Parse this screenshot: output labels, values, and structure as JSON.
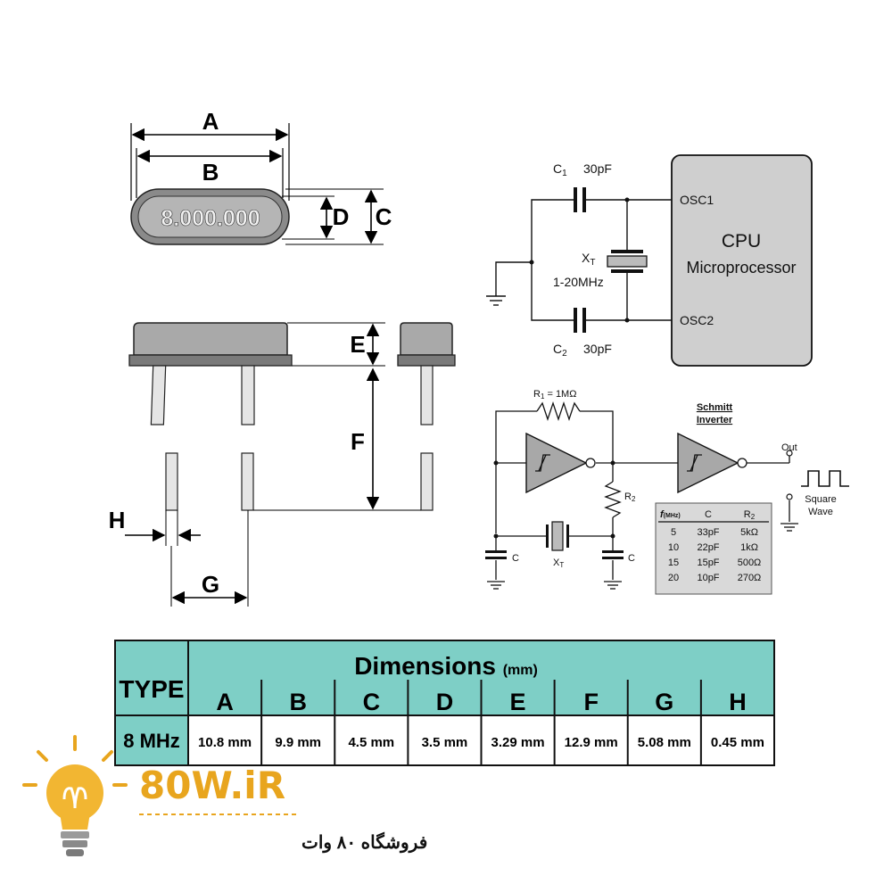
{
  "package_top": {
    "dim_a": "A",
    "dim_b": "B",
    "dim_c": "C",
    "dim_d": "D",
    "marking": "8.000.000"
  },
  "package_side": {
    "dim_e": "E",
    "dim_f": "F",
    "dim_g": "G",
    "dim_h": "H"
  },
  "cpu_circuit": {
    "c1_label": "C",
    "c1_sub": "1",
    "c1_value": "30pF",
    "c2_label": "C",
    "c2_sub": "2",
    "c2_value": "30pF",
    "xtal_label": "X",
    "xtal_sub": "T",
    "xtal_range": "1-20MHz",
    "osc1": "OSC1",
    "osc2": "OSC2",
    "cpu_title": "CPU",
    "cpu_subtitle": "Microprocessor"
  },
  "schmitt_circuit": {
    "r1_label": "R",
    "r1_sub": "1",
    "r1_value": " = 1MΩ",
    "r2_label": "R",
    "r2_sub": "2",
    "schmitt_line1": "Schmitt",
    "schmitt_line2": "Inverter",
    "out_label": "Out",
    "square_line1": "Square",
    "square_line2": "Wave",
    "cap_left": "C",
    "cap_right": "C",
    "xtal_label": "X",
    "xtal_sub": "T",
    "values_table": {
      "headers": [
        "f",
        "(MHz)",
        "C",
        "R",
        "2"
      ],
      "rows": [
        [
          "5",
          "33pF",
          "5kΩ"
        ],
        [
          "10",
          "22pF",
          "1kΩ"
        ],
        [
          "15",
          "15pF",
          "500Ω"
        ],
        [
          "20",
          "10pF",
          "270Ω"
        ]
      ]
    }
  },
  "dimensions_table": {
    "type_header": "TYPE",
    "title": "Dimensions",
    "unit": "(mm)",
    "columns": [
      "A",
      "B",
      "C",
      "D",
      "E",
      "F",
      "G",
      "H"
    ],
    "row_type": "8 MHz",
    "values": [
      "10.8 mm",
      "9.9 mm",
      "4.5 mm",
      "3.5 mm",
      "3.29 mm",
      "12.9 mm",
      "5.08 mm",
      "0.45 mm"
    ],
    "header_color": "#7ecfc6"
  },
  "watermark": {
    "brand": "80W.iR",
    "tagline": "فروشگاه ۸۰ وات",
    "brand_color": "#e8a51e"
  }
}
